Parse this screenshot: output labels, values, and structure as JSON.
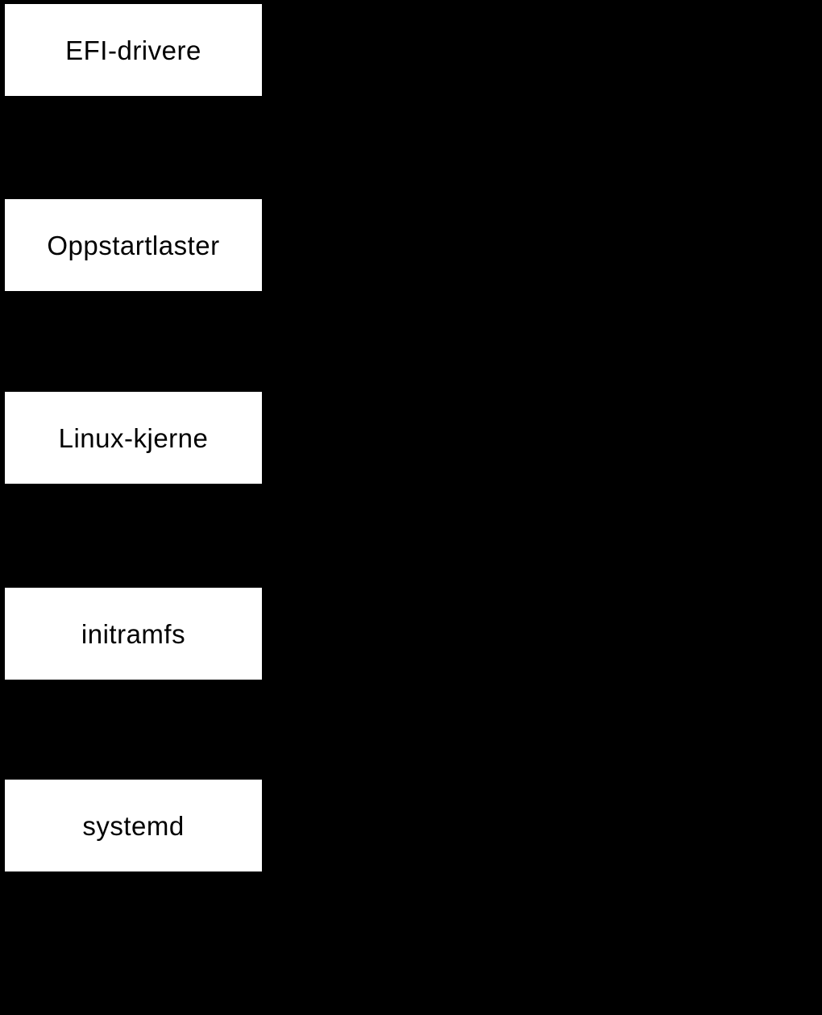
{
  "diagram": {
    "type": "flowchart",
    "orientation": "vertical",
    "background_color": "#000000",
    "node_fill_color": "#ffffff",
    "node_text_color": "#000000",
    "nodes": [
      {
        "id": "efi-drivere",
        "label": "EFI-drivere"
      },
      {
        "id": "oppstartlaster",
        "label": "Oppstartlaster"
      },
      {
        "id": "linux-kjerne",
        "label": "Linux-kjerne"
      },
      {
        "id": "initramfs",
        "label": "initramfs"
      },
      {
        "id": "systemd",
        "label": "systemd"
      }
    ]
  }
}
